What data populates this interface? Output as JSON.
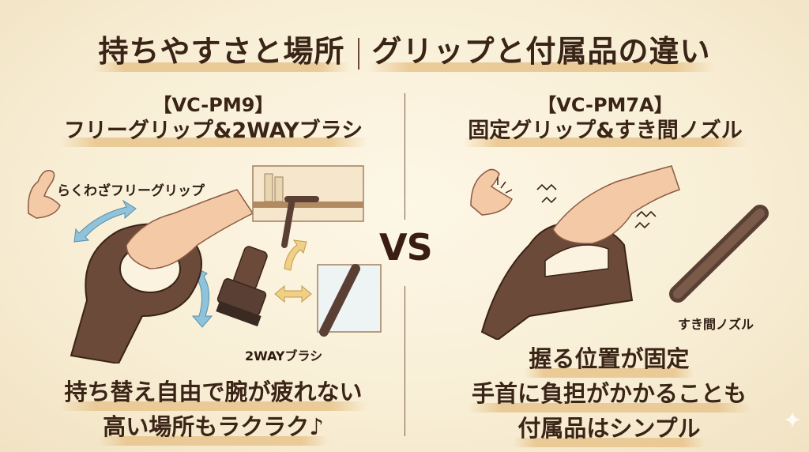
{
  "header": {
    "title_left": "持ちやすさと場所",
    "title_right": "グリップと付属品の違い"
  },
  "left": {
    "model": "【VC-PM9】",
    "subtitle": "フリーグリップ&2WAYブラシ",
    "grip_label": "らくわざフリーグリップ",
    "brush_label": "2WAYブラシ",
    "bottom_lines": [
      "持ち替え自由で腕が疲れない",
      "高い場所もラクラク♪"
    ]
  },
  "center": {
    "vs_label": "VS"
  },
  "right": {
    "model": "【VC-PM7A】",
    "subtitle": "固定グリップ&すき間ノズル",
    "nozzle_label": "すき間ノズル",
    "bottom_lines": [
      "握る位置が固定",
      "手首に負担がかかることも",
      "付属品はシンプル"
    ]
  },
  "colors": {
    "background": "#fbf3df",
    "text": "#3a2416",
    "highlight": "#e8c48c",
    "arrow_blue": "#8fc3dc",
    "arrow_yellow": "#f0cf86",
    "device_brown": "#6b4a3a"
  },
  "icons": [
    "flexed-arm-icon",
    "swap-arrows-icon",
    "sparkle-icon"
  ]
}
